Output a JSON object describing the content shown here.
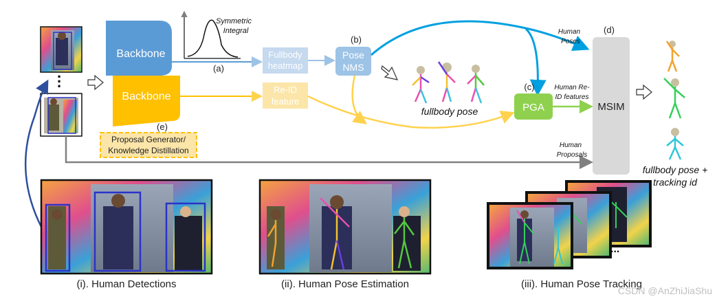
{
  "backbone_top": "Backbone",
  "backbone_bottom": "Backbone",
  "curve_caption_line1": "Symmetric",
  "curve_caption_line2": "Integral",
  "label_a": "(a)",
  "label_b": "(b)",
  "label_c": "(c)",
  "label_d": "(d)",
  "label_e": "(e)",
  "heatmap_line1": "Fullbody",
  "heatmap_line2": "heatmap",
  "reid_line1": "Re-ID",
  "reid_line2": "feature",
  "pose_nms_line1": "Pose",
  "pose_nms_line2": "NMS",
  "pga": "PGA",
  "msim": "MSIM",
  "proposal_line1": "Proposal Generator/",
  "proposal_line2": "Knowledge Distillation",
  "human_poses_line1": "Human",
  "human_poses_line2": "Poses",
  "human_reid_line1": "Human Re-",
  "human_reid_line2": "ID features",
  "human_proposals_line1": "Human",
  "human_proposals_line2": "Proposals",
  "fullbody_pose": "fullbody pose",
  "output_line1": "fullbody pose +",
  "output_line2": "tracking id",
  "dots": ".",
  "ellipsis": "...",
  "caption_i": "(i). Human Detections",
  "caption_ii": "(ii). Human Pose Estimation",
  "caption_iii": "(iii). Human Pose Tracking",
  "watermark": "CSDN @AnZhiJiaShu",
  "colors": {
    "backbone_blue": "#5b9bd5",
    "backbone_orange": "#ffc000",
    "heatmap_fill": "#c5d9ef",
    "reid_fill": "#fbe5a8",
    "pose_nms_fill": "#9dc3e6",
    "pga_fill": "#8fd14f",
    "msim_fill": "#d9d9d9",
    "arrow_blue": "#00a0e0",
    "arrow_orange": "#ffd24d",
    "arrow_green": "#8fd14f",
    "arrow_gray": "#808080",
    "arrow_navy": "#2f4f9e"
  }
}
